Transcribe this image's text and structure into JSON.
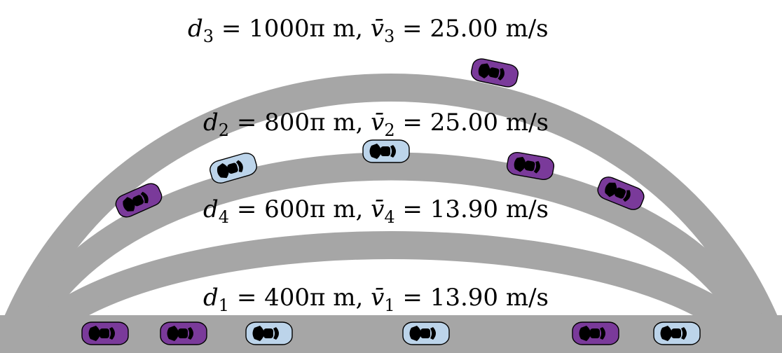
{
  "colors": {
    "road": "#a6a6a6",
    "car_purple": "#7a3a9a",
    "car_blue": "#bcd4ea",
    "text": "#000000"
  },
  "labels": [
    {
      "d_sym": "d",
      "d_sub": "3",
      "distance": "1000π",
      "unit": "m,",
      "v_sym": "v̄",
      "v_sub": "3",
      "speed": "25.00",
      "speed_unit": "m/s"
    },
    {
      "d_sym": "d",
      "d_sub": "2",
      "distance": "800π",
      "unit": "m,",
      "v_sym": "v̄",
      "v_sub": "2",
      "speed": "25.00",
      "speed_unit": "m/s"
    },
    {
      "d_sym": "d",
      "d_sub": "4",
      "distance": "600π",
      "unit": "m,",
      "v_sym": "v̄",
      "v_sub": "4",
      "speed": "13.90",
      "speed_unit": "m/s"
    },
    {
      "d_sym": "d",
      "d_sub": "1",
      "distance": "400π",
      "unit": "m,",
      "v_sym": "v̄",
      "v_sub": "1",
      "speed": "13.90",
      "speed_unit": "m/s"
    }
  ],
  "cars": [
    {
      "road": "road-3",
      "color": "purple"
    },
    {
      "road": "road-2",
      "color": "purple"
    },
    {
      "road": "road-2",
      "color": "blue"
    },
    {
      "road": "road-2",
      "color": "blue"
    },
    {
      "road": "road-2",
      "color": "purple"
    },
    {
      "road": "road-2",
      "color": "purple"
    },
    {
      "road": "road-1",
      "color": "purple"
    },
    {
      "road": "road-1",
      "color": "purple"
    },
    {
      "road": "road-1",
      "color": "blue"
    },
    {
      "road": "road-1",
      "color": "blue"
    },
    {
      "road": "road-1",
      "color": "purple"
    },
    {
      "road": "road-1",
      "color": "blue"
    }
  ]
}
